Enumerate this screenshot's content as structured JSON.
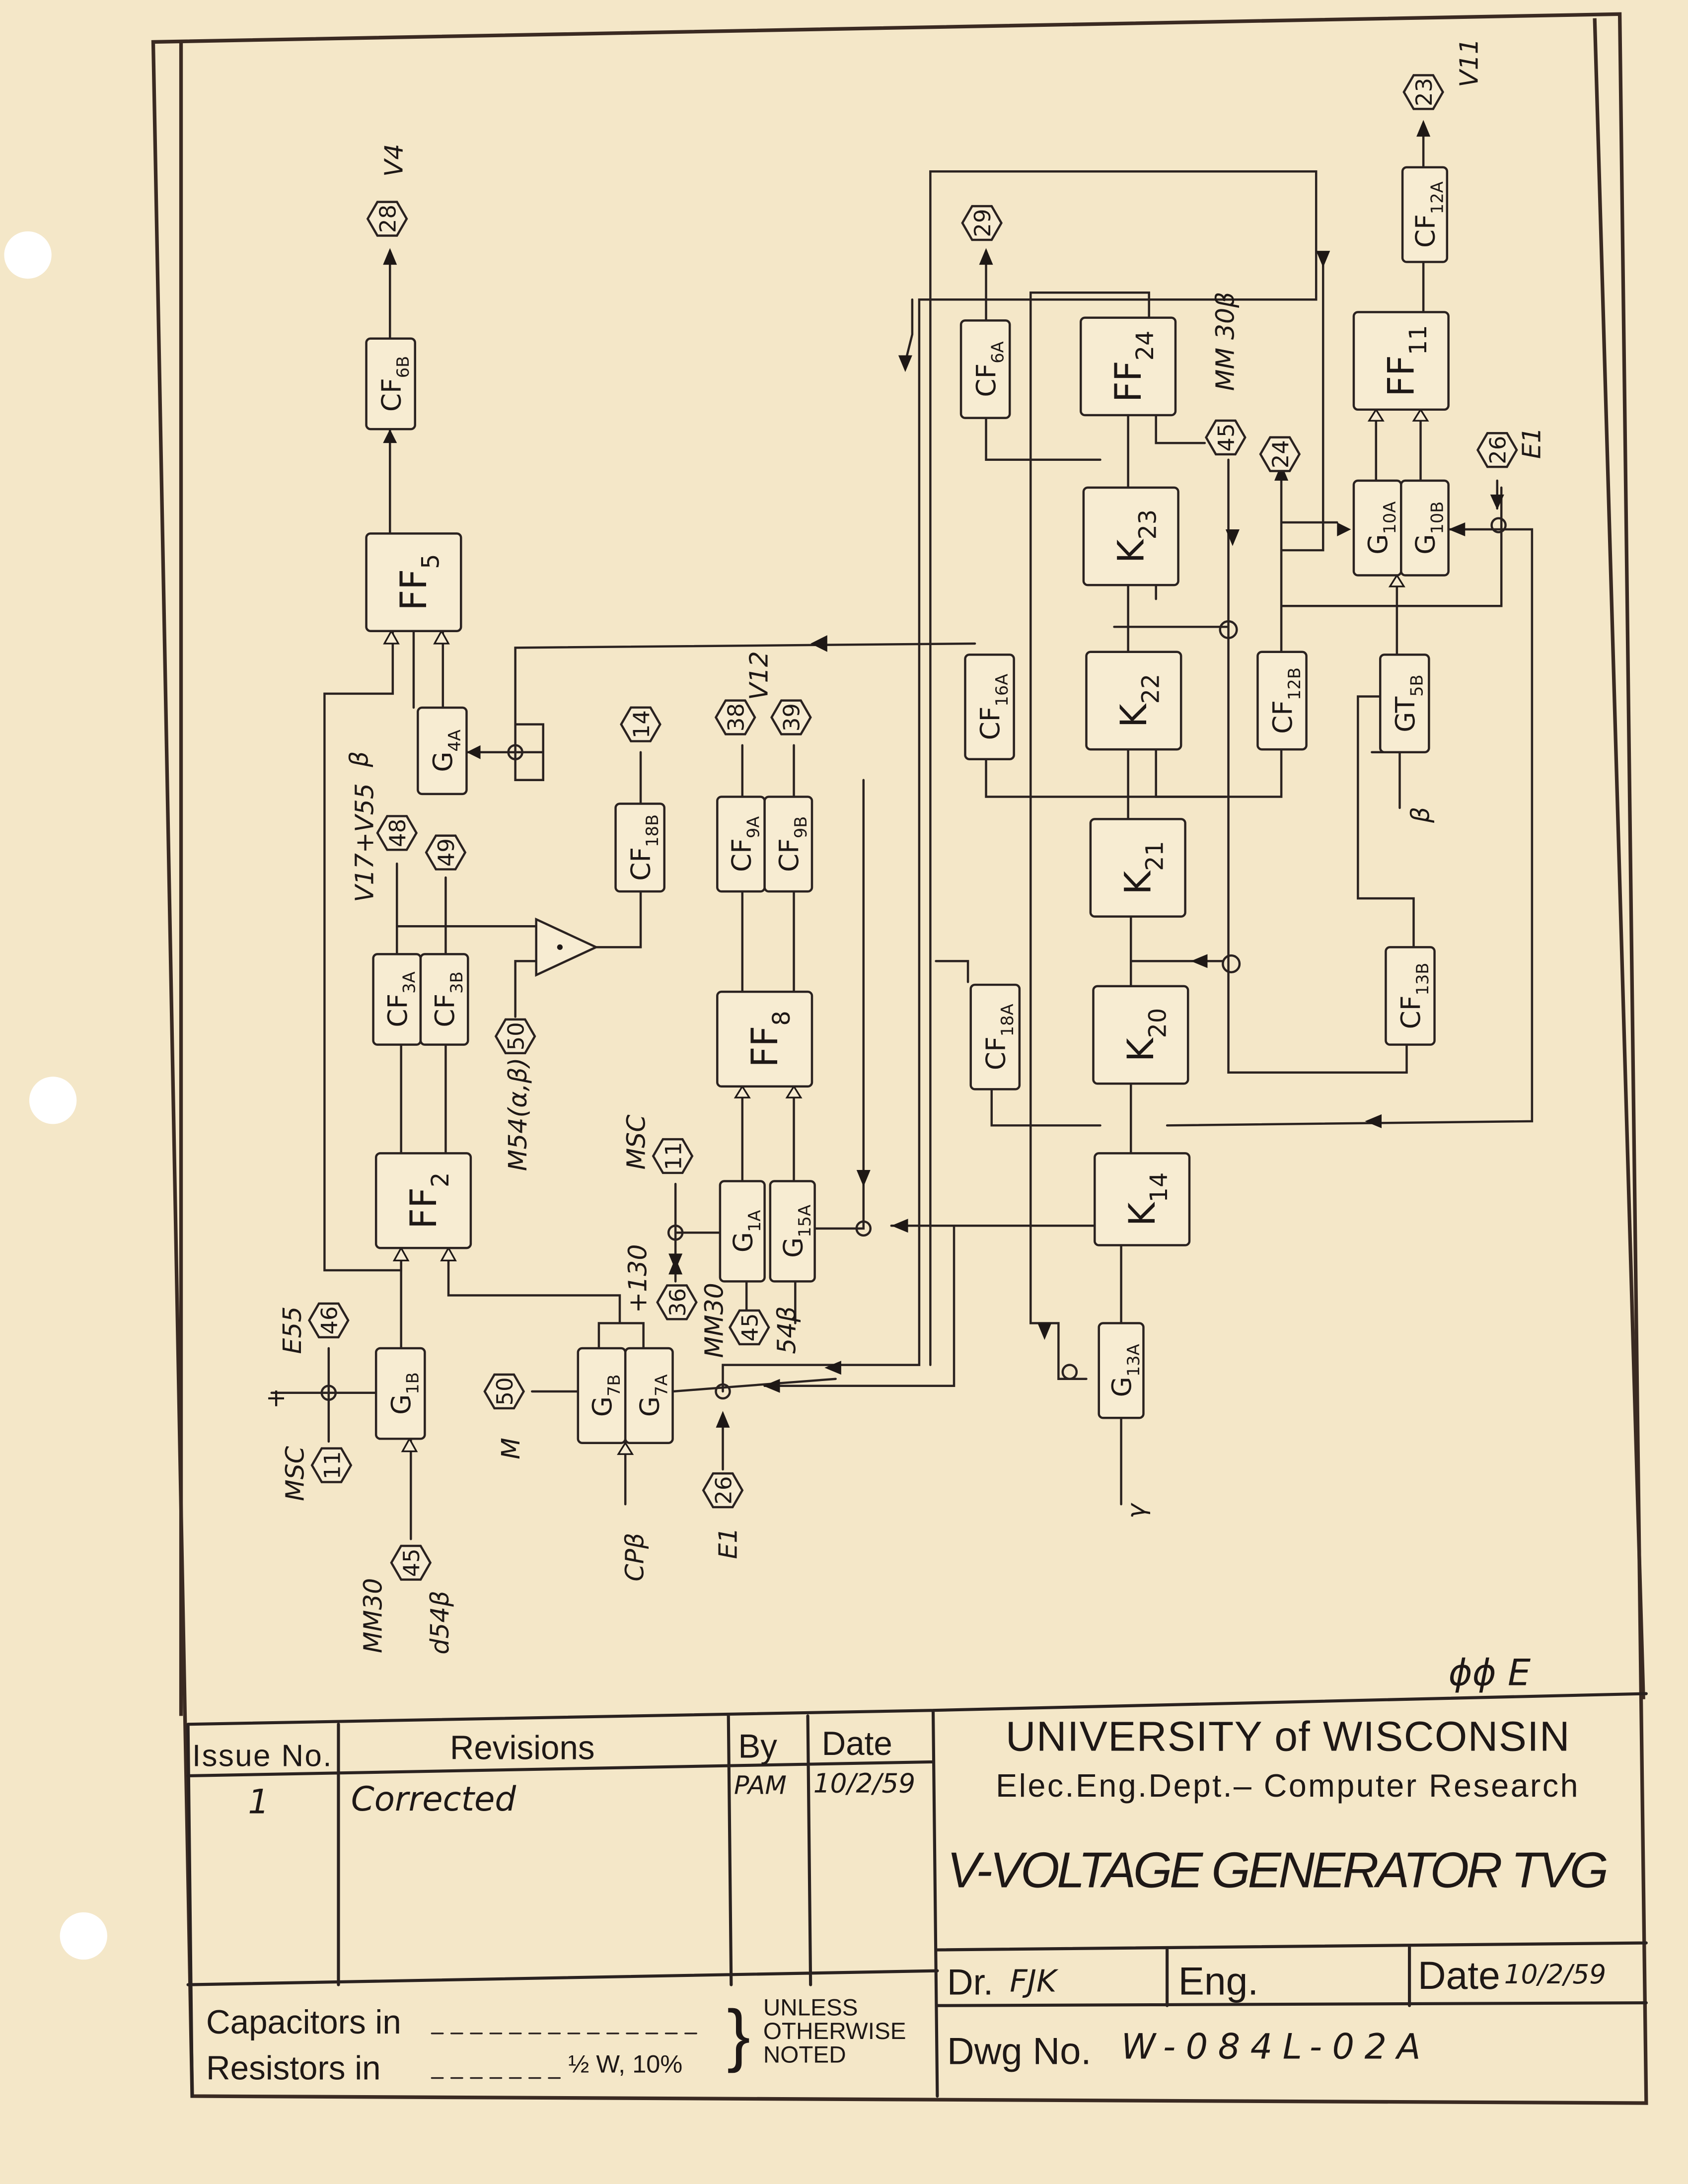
{
  "blocks": [
    {
      "id": "cf6b",
      "name": "CF",
      "sub": "6B"
    },
    {
      "id": "ff5",
      "name": "FF",
      "sub": "5"
    },
    {
      "id": "g4a",
      "name": "G",
      "sub": "4A"
    },
    {
      "id": "cf3a",
      "name": "CF",
      "sub": "3A"
    },
    {
      "id": "cf3b",
      "name": "CF",
      "sub": "3B"
    },
    {
      "id": "ff2",
      "name": "FF",
      "sub": "2"
    },
    {
      "id": "g1b",
      "name": "G",
      "sub": "1B"
    },
    {
      "id": "cf18b",
      "name": "CF",
      "sub": "18B"
    },
    {
      "id": "g7b",
      "name": "G",
      "sub": "7B"
    },
    {
      "id": "g7a",
      "name": "G",
      "sub": "7A"
    },
    {
      "id": "cf9a",
      "name": "CF",
      "sub": "9A"
    },
    {
      "id": "cf9b",
      "name": "CF",
      "sub": "9B"
    },
    {
      "id": "ff8",
      "name": "FF",
      "sub": "8"
    },
    {
      "id": "g1a",
      "name": "G",
      "sub": "1A"
    },
    {
      "id": "g15a",
      "name": "G",
      "sub": "15A"
    },
    {
      "id": "cf16a",
      "name": "CF",
      "sub": "16A"
    },
    {
      "id": "cf18a",
      "name": "CF",
      "sub": "18A"
    },
    {
      "id": "cf6a",
      "name": "CF",
      "sub": "6A"
    },
    {
      "id": "ff24",
      "name": "FF",
      "sub": "24"
    },
    {
      "id": "k23",
      "name": "K",
      "sub": "23"
    },
    {
      "id": "k22",
      "name": "K",
      "sub": "22"
    },
    {
      "id": "k21",
      "name": "K",
      "sub": "21"
    },
    {
      "id": "k20",
      "name": "K",
      "sub": "20"
    },
    {
      "id": "k14",
      "name": "K",
      "sub": "14"
    },
    {
      "id": "g13a",
      "name": "G",
      "sub": "13A"
    },
    {
      "id": "cf12b",
      "name": "CF",
      "sub": "12B"
    },
    {
      "id": "gt5b",
      "name": "GT",
      "sub": "5B"
    },
    {
      "id": "cf13b",
      "name": "CF",
      "sub": "13B"
    },
    {
      "id": "ff11",
      "name": "FF",
      "sub": "11"
    },
    {
      "id": "g10a",
      "name": "G",
      "sub": "10A"
    },
    {
      "id": "g10b",
      "name": "G",
      "sub": "10B"
    },
    {
      "id": "cf12a",
      "name": "CF",
      "sub": "12A"
    }
  ],
  "connectors": [
    {
      "id": "h28",
      "num": "28"
    },
    {
      "id": "h29",
      "num": "29"
    },
    {
      "id": "h23",
      "num": "23"
    },
    {
      "id": "h45a",
      "num": "45"
    },
    {
      "id": "h24",
      "num": "24"
    },
    {
      "id": "h26a",
      "num": "26"
    },
    {
      "id": "h48",
      "num": "48"
    },
    {
      "id": "h49",
      "num": "49"
    },
    {
      "id": "h14",
      "num": "14"
    },
    {
      "id": "h38",
      "num": "38"
    },
    {
      "id": "h39",
      "num": "39"
    },
    {
      "id": "h50a",
      "num": "50"
    },
    {
      "id": "h11a",
      "num": "11"
    },
    {
      "id": "h36",
      "num": "36"
    },
    {
      "id": "h45b",
      "num": "45"
    },
    {
      "id": "h46",
      "num": "46"
    },
    {
      "id": "h11b",
      "num": "11"
    },
    {
      "id": "h45c",
      "num": "45"
    },
    {
      "id": "h50b",
      "num": "50"
    },
    {
      "id": "h26b",
      "num": "26"
    }
  ],
  "signals": [
    {
      "id": "v4",
      "text": "V4"
    },
    {
      "id": "v11",
      "text": "V11"
    },
    {
      "id": "v12",
      "text": "V12"
    },
    {
      "id": "mm30b",
      "text": "MM 30β"
    },
    {
      "id": "e1a",
      "text": "E1"
    },
    {
      "id": "beta5b",
      "text": "β"
    },
    {
      "id": "v17v55",
      "text": "V17+V55"
    },
    {
      "id": "beta4a",
      "text": "β"
    },
    {
      "id": "m54",
      "text": "M54(α,β)"
    },
    {
      "id": "msc1",
      "text": "MSC"
    },
    {
      "id": "p130",
      "text": "+130"
    },
    {
      "id": "mm30a",
      "text": "MM30"
    },
    {
      "id": "s54b",
      "text": "54β"
    },
    {
      "id": "e55",
      "text": "E55"
    },
    {
      "id": "plus",
      "text": "+"
    },
    {
      "id": "msc2",
      "text": "MSC"
    },
    {
      "id": "mm30c",
      "text": "MM30"
    },
    {
      "id": "d54b",
      "text": "d54β"
    },
    {
      "id": "m",
      "text": "M"
    },
    {
      "id": "cpb",
      "text": "CPβ"
    },
    {
      "id": "e1b",
      "text": "E1"
    },
    {
      "id": "gamma",
      "text": "γ"
    }
  ],
  "signature": "ϕϕ E",
  "title_block": {
    "issue_header": "Issue No.",
    "revisions_header": "Revisions",
    "by_header": "By",
    "date_header": "Date",
    "issue_no": "1",
    "revision": "Corrected",
    "by": "PAM",
    "rev_date": "10/2/59",
    "capacitors": "Capacitors in",
    "resistors": "Resistors in",
    "resistor_spec": "½ W, 10%",
    "unless": "UNLESS",
    "otherwise": "OTHERWISE",
    "noted": "NOTED",
    "university": "UNIVERSITY of WISCONSIN",
    "department": "Elec.Eng.Dept.– Computer Research",
    "title": "V-VOLTAGE GENERATOR TVG",
    "drawn_label": "Dr.",
    "drawn_by": "FJK",
    "eng_label": "Eng.",
    "date_label": "Date",
    "date": "10/2/59",
    "dwg_label": "Dwg No.",
    "dwg_no": "W-084L-02A"
  }
}
